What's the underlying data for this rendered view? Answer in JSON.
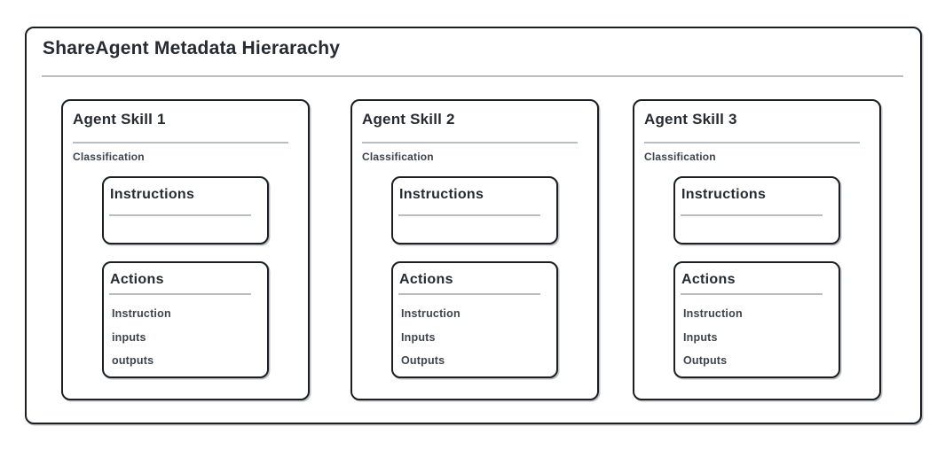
{
  "diagram": {
    "title": "ShareAgent Metadata Hierarachy",
    "colors": {
      "border": "#1b1f23",
      "divider": "#b7bdc3",
      "heading_text": "#262b31",
      "body_text": "#3d434a",
      "background": "#ffffff"
    },
    "cards": [
      {
        "title": "Agent Skill 1",
        "label": "Classification",
        "instructions": {
          "title": "Instructions"
        },
        "actions": {
          "title": "Actions",
          "items": [
            "Instruction",
            "inputs",
            "outputs"
          ]
        }
      },
      {
        "title": "Agent Skill 2",
        "label": "Classification",
        "instructions": {
          "title": "Instructions"
        },
        "actions": {
          "title": "Actions",
          "items": [
            "Instruction",
            "Inputs",
            "Outputs"
          ]
        }
      },
      {
        "title": "Agent Skill 3",
        "label": "Classification",
        "instructions": {
          "title": "Instructions"
        },
        "actions": {
          "title": "Actions",
          "items": [
            "Instruction",
            "Inputs",
            "Outputs"
          ]
        }
      }
    ]
  }
}
